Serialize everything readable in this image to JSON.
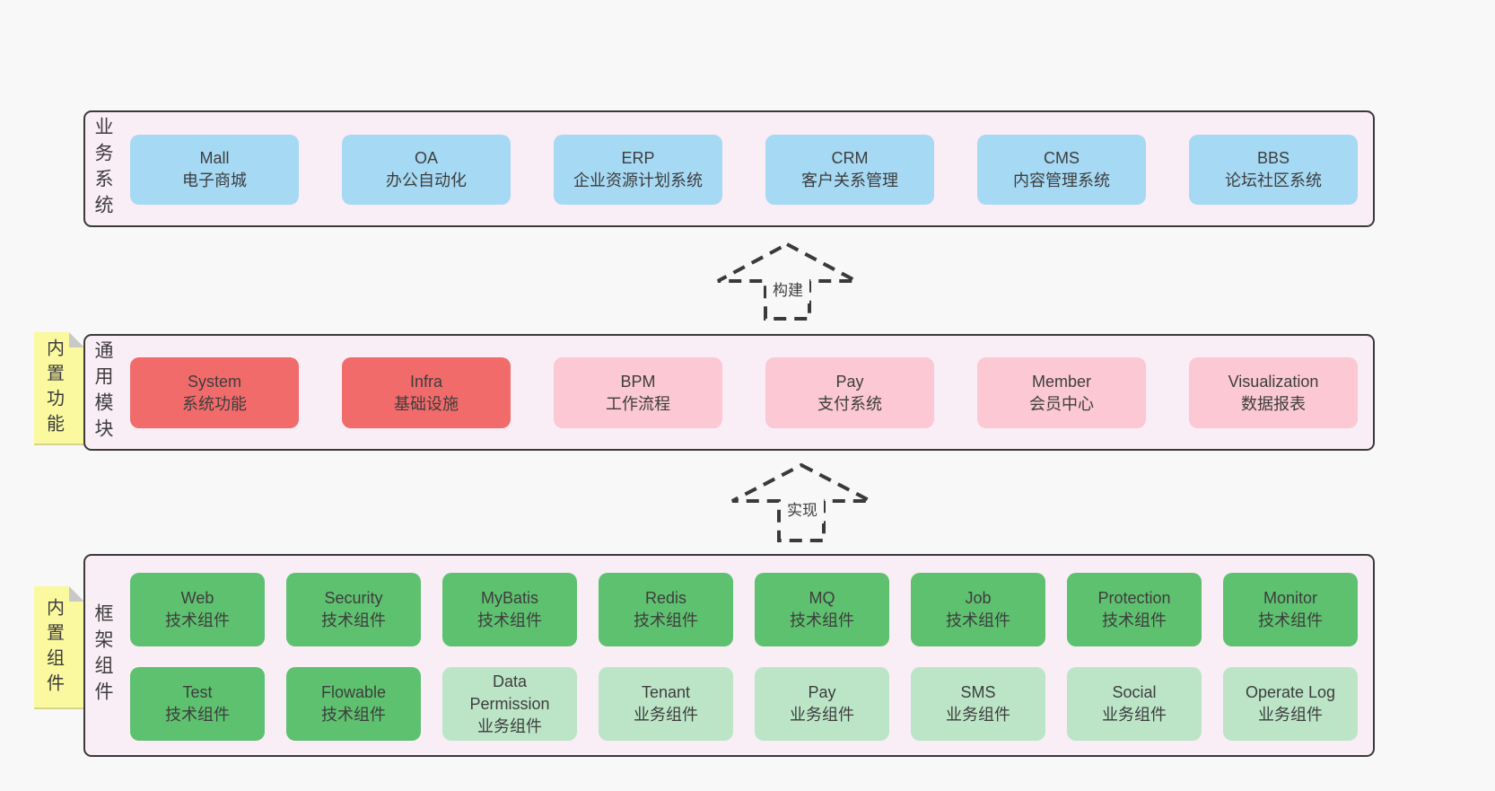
{
  "diagram": {
    "background": "#f8f8f8",
    "panel_fill": "#f9edf6",
    "panel_border": "#3a3a3a",
    "sticky_color": "#fbf9a0"
  },
  "arrows": {
    "build_label": "构建",
    "implement_label": "实现"
  },
  "layers": {
    "business": {
      "label": "业务系统",
      "box_color": "#a6d9f4",
      "boxes": [
        {
          "name": "Mall",
          "desc": "电子商城"
        },
        {
          "name": "OA",
          "desc": "办公自动化"
        },
        {
          "name": "ERP",
          "desc": "企业资源计划系统"
        },
        {
          "name": "CRM",
          "desc": "客户关系管理"
        },
        {
          "name": "CMS",
          "desc": "内容管理系统"
        },
        {
          "name": "BBS",
          "desc": "论坛社区系统"
        }
      ]
    },
    "modules": {
      "label": "通用模块",
      "sticky_note": "内置功能",
      "highlight_color": "#f16b6b",
      "normal_color": "#fbc8d3",
      "boxes": [
        {
          "name": "System",
          "desc": "系统功能"
        },
        {
          "name": "Infra",
          "desc": "基础设施"
        },
        {
          "name": "BPM",
          "desc": "工作流程"
        },
        {
          "name": "Pay",
          "desc": "支付系统"
        },
        {
          "name": "Member",
          "desc": "会员中心"
        },
        {
          "name": "Visualization",
          "desc": "数据报表"
        }
      ]
    },
    "framework": {
      "label": "框架组件",
      "sticky_note": "内置组件",
      "tech_color": "#5ec16f",
      "biz_color": "#bce5c7",
      "row1": [
        {
          "name": "Web",
          "desc": "技术组件"
        },
        {
          "name": "Security",
          "desc": "技术组件"
        },
        {
          "name": "MyBatis",
          "desc": "技术组件"
        },
        {
          "name": "Redis",
          "desc": "技术组件"
        },
        {
          "name": "MQ",
          "desc": "技术组件"
        },
        {
          "name": "Job",
          "desc": "技术组件"
        },
        {
          "name": "Protection",
          "desc": "技术组件"
        },
        {
          "name": "Monitor",
          "desc": "技术组件"
        }
      ],
      "row2": [
        {
          "name": "Test",
          "desc": "技术组件"
        },
        {
          "name": "Flowable",
          "desc": "技术组件"
        },
        {
          "name": "Data Permission",
          "desc": "业务组件"
        },
        {
          "name": "Tenant",
          "desc": "业务组件"
        },
        {
          "name": "Pay",
          "desc": "业务组件"
        },
        {
          "name": "SMS",
          "desc": "业务组件"
        },
        {
          "name": "Social",
          "desc": "业务组件"
        },
        {
          "name": "Operate Log",
          "desc": "业务组件"
        }
      ]
    }
  }
}
